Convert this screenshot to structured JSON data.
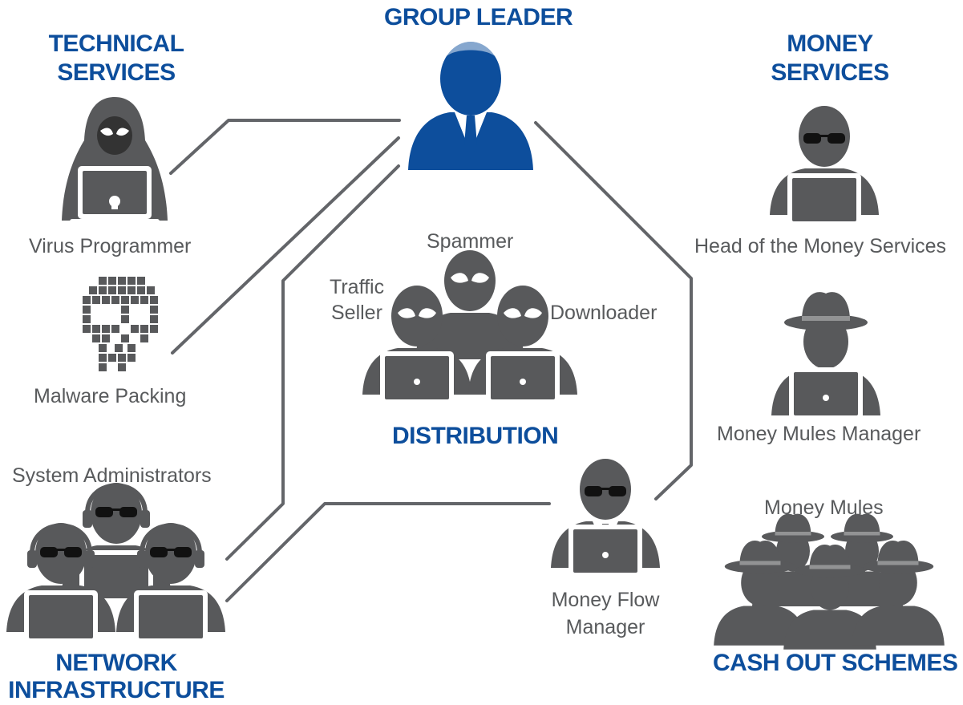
{
  "colors": {
    "accent_blue": "#0d4e9c",
    "figure_gray": "#58595b",
    "connector_gray": "#636569",
    "label_gray": "#585a5c",
    "background": "#ffffff"
  },
  "groups": {
    "group_leader": "GROUP LEADER",
    "technical_services_1": "TECHNICAL",
    "technical_services_2": "SERVICES",
    "money_services_1": "MONEY",
    "money_services_2": "SERVICES",
    "distribution": "DISTRIBUTION",
    "network_infrastructure_1": "NETWORK",
    "network_infrastructure_2": "INFRASTRUCTURE",
    "cash_out_schemes": "CASH OUT SCHEMES"
  },
  "roles": {
    "virus_programmer": "Virus Programmer",
    "malware_packing": "Malware Packing",
    "system_administrators": "System Administrators",
    "spammer": "Spammer",
    "traffic_seller_1": "Traffic",
    "traffic_seller_2": "Seller",
    "downloader": "Downloader",
    "head_money_services": "Head of the Money Services",
    "money_mules_manager": "Money Mules Manager",
    "money_mules": "Money Mules",
    "money_flow_manager_1": "Money Flow",
    "money_flow_manager_2": "Manager"
  },
  "icons": {
    "group_leader": "businessman-icon",
    "virus_programmer": "hooded-hacker-icon",
    "malware_packing": "pixel-skull-icon",
    "system_administrators": "headset-admins-icon",
    "distribution_team": "masked-hackers-icon",
    "head_money_services": "sunglasses-agent-icon",
    "money_mules_manager": "fedora-manager-icon",
    "money_mules": "fedora-crowd-icon",
    "money_flow_manager": "suited-agent-icon"
  }
}
